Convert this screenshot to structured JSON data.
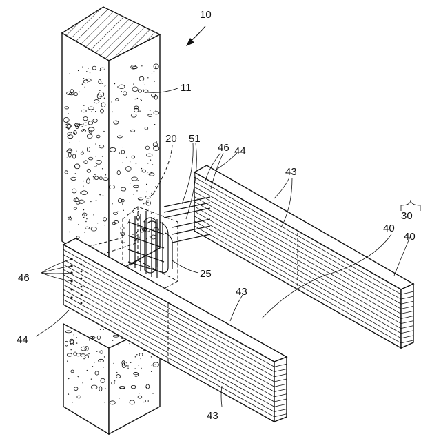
{
  "labels": {
    "assembly": "10",
    "column": "11",
    "joint": "20",
    "rebar": "25",
    "beam_group": "30",
    "beam": "40",
    "lamina": "43",
    "side": "44",
    "holes": "46",
    "bars": "51"
  },
  "colors": {
    "line": "#111111",
    "background": "#ffffff"
  }
}
